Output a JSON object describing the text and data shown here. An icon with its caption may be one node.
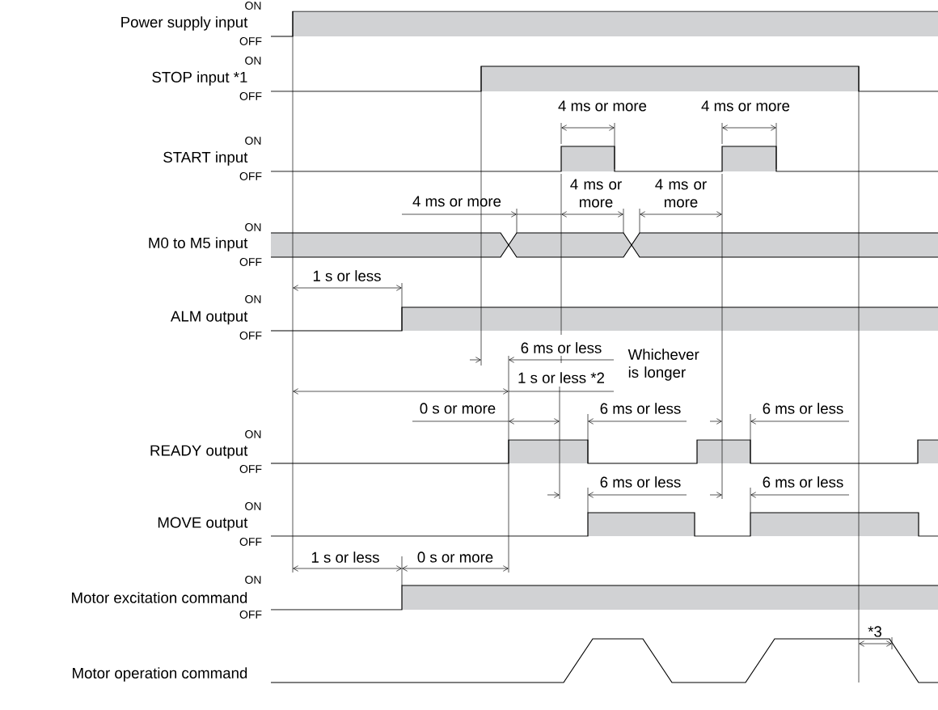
{
  "diagram": {
    "labels": [
      "Power supply input",
      "ON",
      "OFF",
      "STOP input *1",
      "ON",
      "OFF",
      "4 ms or more",
      "4 ms or more",
      "START input",
      "ON",
      "OFF",
      "4 ms or more",
      "4 ms or more",
      "4 ms or more",
      "M0 to M5 input",
      "ON",
      "OFF",
      "1 s or less",
      "ALM output",
      "ON",
      "OFF",
      "6 ms or less",
      "Whichever is longer",
      "1 s or less *2",
      "0 s or more",
      "6 ms or less",
      "6 ms or less",
      "READY output",
      "ON",
      "OFF",
      "6 ms or less",
      "6 ms or less",
      "MOVE output",
      "ON",
      "OFF",
      "1 s or less",
      "0 s or more",
      "Motor excitation command",
      "ON",
      "OFF",
      "*3",
      "Motor operation command"
    ]
  }
}
